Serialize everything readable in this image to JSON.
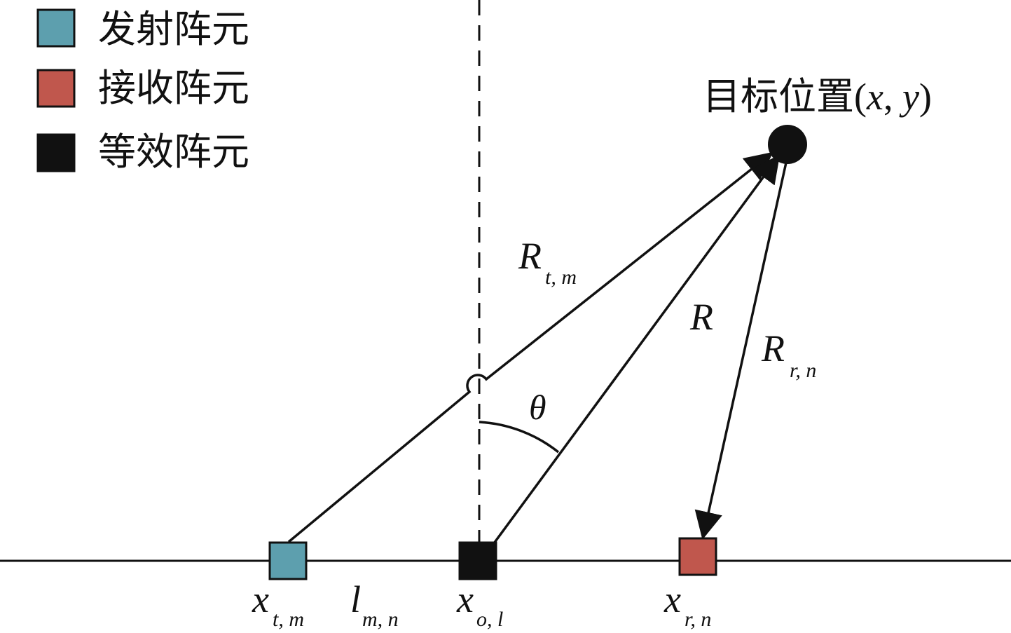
{
  "legend": {
    "items": [
      {
        "label": "发射阵元",
        "color": "#5d9fae"
      },
      {
        "label": "接收阵元",
        "color": "#c0574d"
      },
      {
        "label": "等效阵元",
        "color": "#111111"
      }
    ]
  },
  "target": {
    "label_text": "目标位置",
    "coord_open": "(",
    "coord_x": "x",
    "coord_sep": ", ",
    "coord_y": "y",
    "coord_close": ")"
  },
  "labels": {
    "R_tm": {
      "main": "R",
      "sub": "t, m"
    },
    "R": {
      "main": "R"
    },
    "R_rn": {
      "main": "R",
      "sub": "r, n"
    },
    "theta": {
      "main": "θ"
    },
    "x_tm": {
      "main": "x",
      "sub": "t, m"
    },
    "l_mn": {
      "main": "l",
      "sub": "m, n"
    },
    "x_ol": {
      "main": "x",
      "sub": "o, l"
    },
    "x_rn": {
      "main": "x",
      "sub": "r, n"
    }
  },
  "colors": {
    "transmit": "#5d9fae",
    "receive": "#c0574d",
    "equivalent": "#111111",
    "stroke": "#111111"
  }
}
